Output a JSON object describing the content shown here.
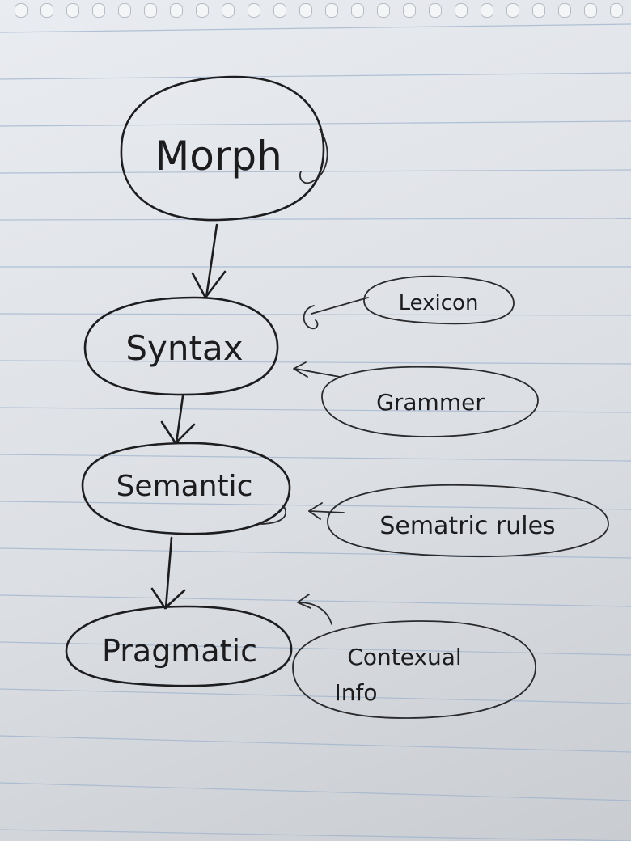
{
  "diagram": {
    "nodes": {
      "morph": "Morph",
      "syntax": "Syntax",
      "semantic": "Semantic",
      "pragmatic": "Pragmatic",
      "lexicon": "Lexicon",
      "grammar": "Grammer",
      "semantic_rules": "Sematric rules",
      "contextual_info_line1": "Contexual",
      "contextual_info_line2": "Info"
    }
  }
}
